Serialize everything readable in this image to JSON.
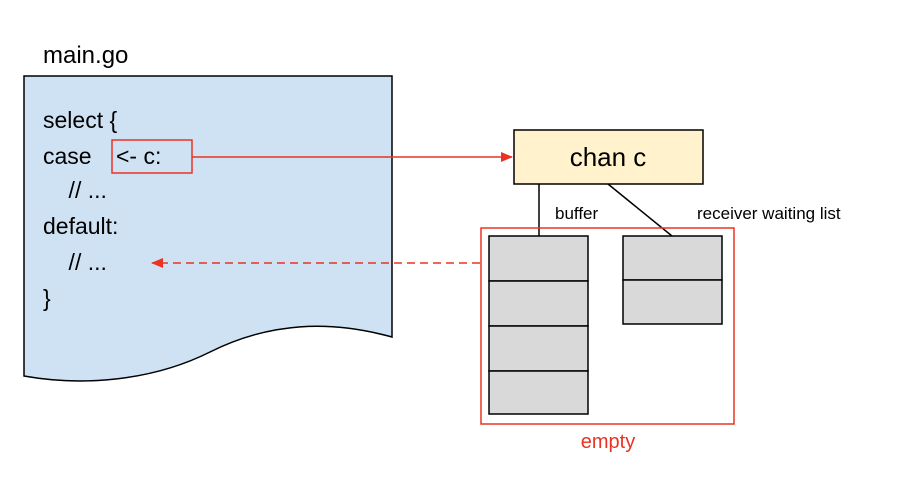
{
  "file": {
    "title": "main.go",
    "code_lines": [
      "select {",
      "case ",
      "    // ...",
      "default:",
      "    // ...",
      "}"
    ],
    "highlight": "<- c:"
  },
  "channel": {
    "label": "chan c",
    "buffer_label": "buffer",
    "receiver_label": "receiver waiting list",
    "empty_label": "empty"
  },
  "colors": {
    "file_fill": "#cfe2f3",
    "chan_fill": "#fff2cc",
    "slot_fill": "#d9d9d9",
    "accent_red": "#ea3323",
    "ink": "#000000"
  }
}
